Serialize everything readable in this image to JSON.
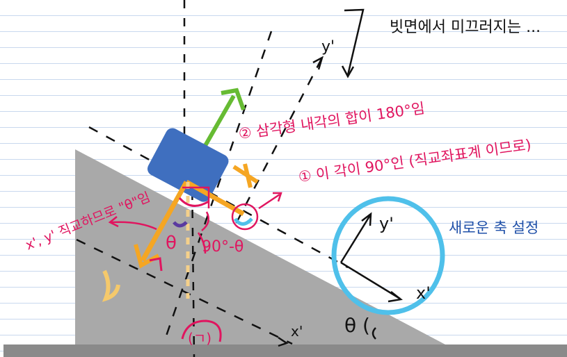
{
  "header_note": "빗면에서 미끄러지는 ...",
  "annotations": {
    "note1": "② 삼각형 내각의 합이 180°임",
    "note2": "① 이 각이 90°인 (직교좌표계 이므로)",
    "note3": "x', y' 직교하므로 \"θ\"임",
    "new_axes": "새로운 축 설정",
    "theta_label": "θ",
    "ninety_minus_theta": "90°-θ",
    "incline_angle": "θ (",
    "angle_mark": "(ㄱ)"
  },
  "axes": {
    "y_prime": "y'",
    "x_prime_small": "x'",
    "y_prime_circle": "y'",
    "x_prime_circle": "x'"
  },
  "colors": {
    "incline": "#a9a9a9",
    "block": "#3f6fbf",
    "normal_force": "#66bb33",
    "gravity": "#f5a623",
    "annotation": "#e0155f",
    "circle": "#4fc0ea",
    "text_blue": "#1e4fa8"
  }
}
